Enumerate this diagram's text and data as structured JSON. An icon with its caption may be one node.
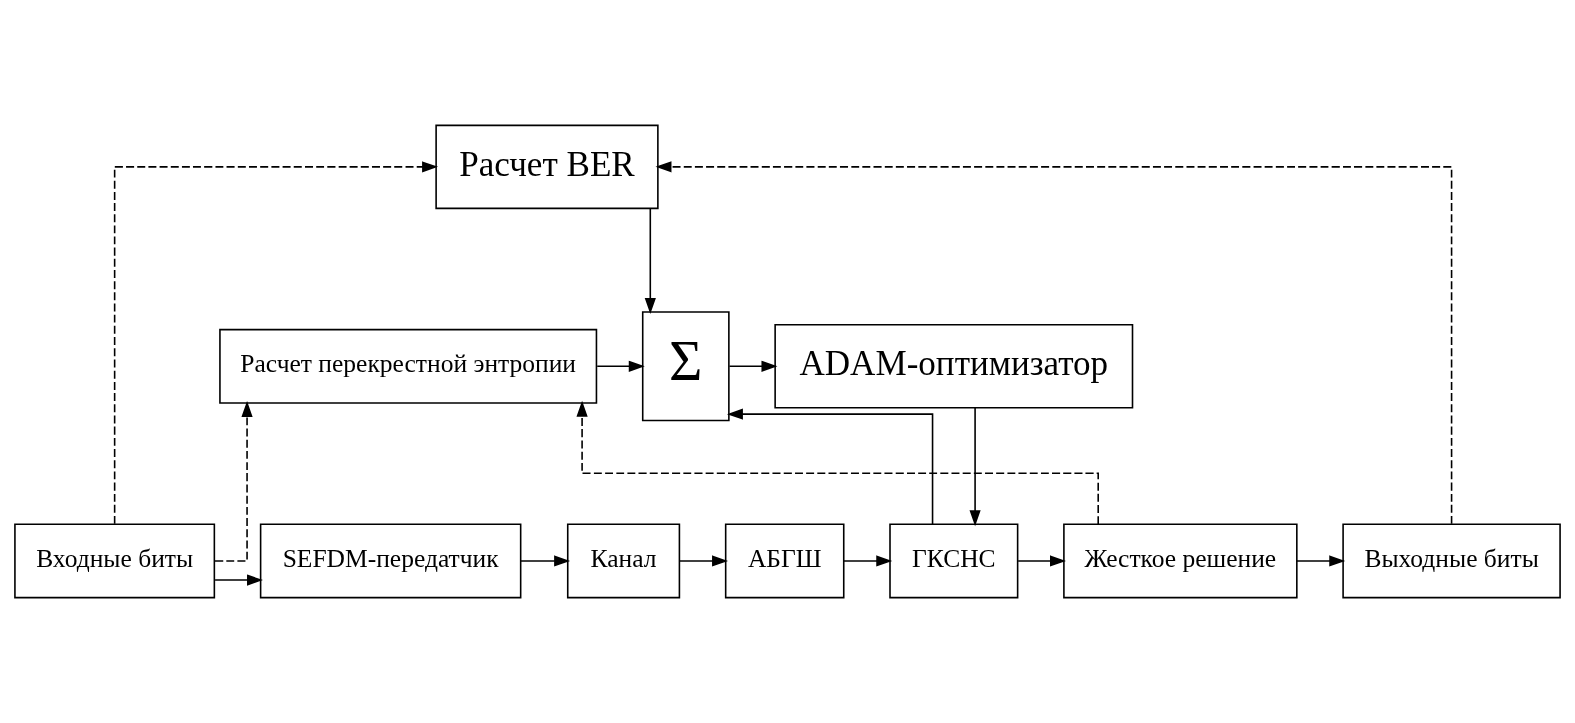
{
  "diagram": {
    "nodes": [
      {
        "text": [
          "Расчет BER"
        ]
      },
      {
        "text": [
          "Расчет перекрестной энтропии"
        ]
      },
      {
        "text": [
          "Σ"
        ]
      },
      {
        "text": [
          "ADAM-оптимизатор"
        ]
      },
      {
        "text": [
          "Входные биты"
        ]
      },
      {
        "text": [
          "SEFDM-передатчик"
        ]
      },
      {
        "text": [
          "Канал"
        ]
      },
      {
        "text": [
          "АБГШ"
        ]
      },
      {
        "text": [
          "ГКСНС"
        ]
      },
      {
        "text": [
          "Жесткое решение"
        ]
      },
      {
        "text": [
          "Выходные биты"
        ]
      }
    ],
    "edges": [
      {
        "from": 4,
        "to": 5,
        "arrow": "to"
      },
      {
        "from": 5,
        "to": 6,
        "arrow": "to"
      },
      {
        "from": 6,
        "to": 7,
        "arrow": "to"
      },
      {
        "from": 7,
        "to": 8,
        "arrow": "to"
      },
      {
        "from": 8,
        "to": 9,
        "arrow": "to"
      },
      {
        "from": 9,
        "to": 10,
        "arrow": "to"
      },
      {
        "from": 0,
        "to": 2,
        "arrow": "to"
      },
      {
        "from": 1,
        "to": 2,
        "arrow": "to"
      },
      {
        "from": 8,
        "to": 2,
        "arrow": "to"
      },
      {
        "from": 2,
        "to": 3,
        "arrow": "to"
      },
      {
        "from": 3,
        "to": 8,
        "arrow": "to"
      },
      {
        "from": 4,
        "to": 0,
        "arrow": "to",
        "style": "dashed"
      },
      {
        "from": 10,
        "to": 0,
        "arrow": "to",
        "style": "dashed"
      },
      {
        "from": 4,
        "to": 1,
        "arrow": "to",
        "style": "dashed"
      },
      {
        "from": 9,
        "to": 1,
        "arrow": "to",
        "style": "dashed"
      }
    ]
  }
}
